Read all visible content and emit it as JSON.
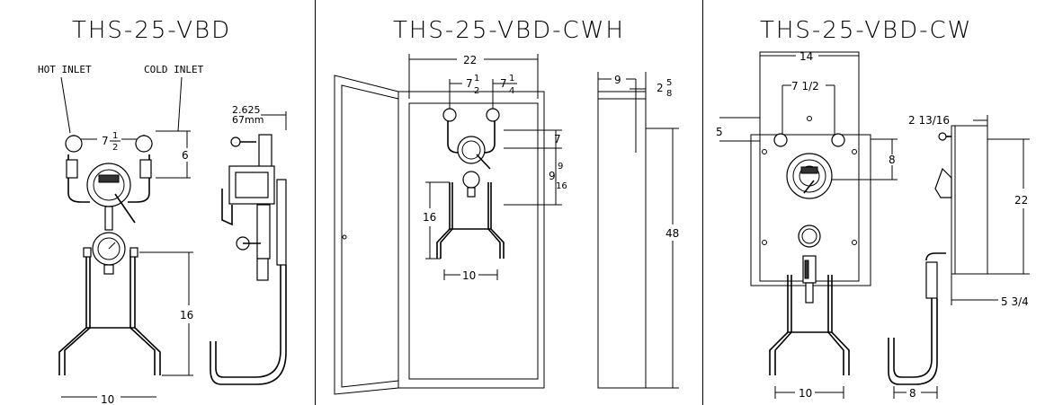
{
  "panels": [
    {
      "title": "THS-25-VBD",
      "labels": {
        "hot_inlet": "HOT INLET",
        "cold_inlet": "COLD INLET"
      },
      "dims": {
        "d_7_whole": "7",
        "d_7_num": "1",
        "d_7_den": "2",
        "d_6": "6",
        "d_16": "16",
        "d_10": "10",
        "d_side_a": "2.625",
        "d_side_b": "67mm"
      }
    },
    {
      "title": "THS-25-VBD-CWH",
      "dims": {
        "d_22": "22",
        "d_9": "9",
        "d_2": "2",
        "d_2_num": "5",
        "d_2_den": "8",
        "d_71_whole": "7",
        "d_71_num": "1",
        "d_71_den": "2",
        "d_74_whole": "7",
        "d_74_num": "1",
        "d_74_den": "4",
        "d_7": "7",
        "d_9916_whole": "9",
        "d_9916_num": "9",
        "d_9916_den": "16",
        "d_16": "16",
        "d_10": "10",
        "d_48": "48"
      }
    },
    {
      "title": "THS-25-VBD-CW",
      "dims": {
        "d_14": "14",
        "d_7half": "7 1/2",
        "d_5": "5",
        "d_8": "8",
        "d_2_13_16": "2 13/16",
        "d_22": "22",
        "d_5_3_4": "5 3/4",
        "d_10": "10",
        "d_8b": "8"
      }
    }
  ]
}
